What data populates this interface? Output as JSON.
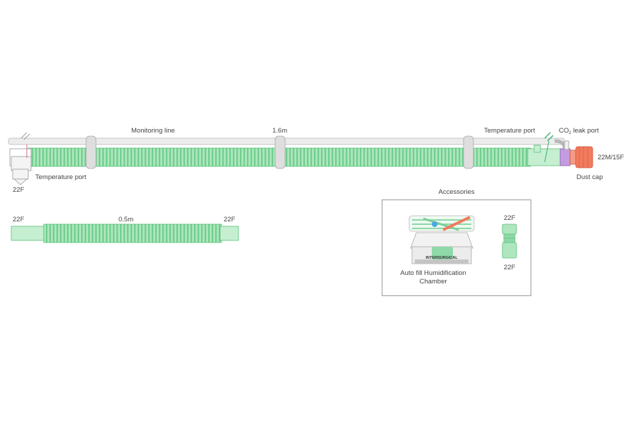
{
  "main_circuit": {
    "label_monitoring_line": "Monitoring line",
    "label_length": "1.6m",
    "label_temp_port_right": "Temperature port",
    "label_co2_prefix": "CO",
    "label_co2_sub": "2",
    "label_co2_suffix": " leak port",
    "label_connector_right": "22M/15F",
    "label_dust_cap": "Dust cap",
    "label_temp_port_left": "Temperature port",
    "label_connector_left": "22F"
  },
  "short_tube": {
    "label_left": "22F",
    "label_length": "0.5m",
    "label_right": "22F"
  },
  "accessories": {
    "title": "Accessories",
    "chamber_caption": "Auto fill Humidification Chamber",
    "chamber_logo": "INTERSURGICAL",
    "adapter_top": "22F",
    "adapter_bottom": "22F"
  },
  "colors": {
    "tube_green": "#9fe0b0",
    "tube_green_dark": "#5cc47c",
    "cuff_green": "#c6efd2",
    "monitor_line": "#e8e8e8",
    "clip_grey": "#d9d9d9",
    "cap_orange": "#f27b5e",
    "port_purple": "#c49be0"
  }
}
